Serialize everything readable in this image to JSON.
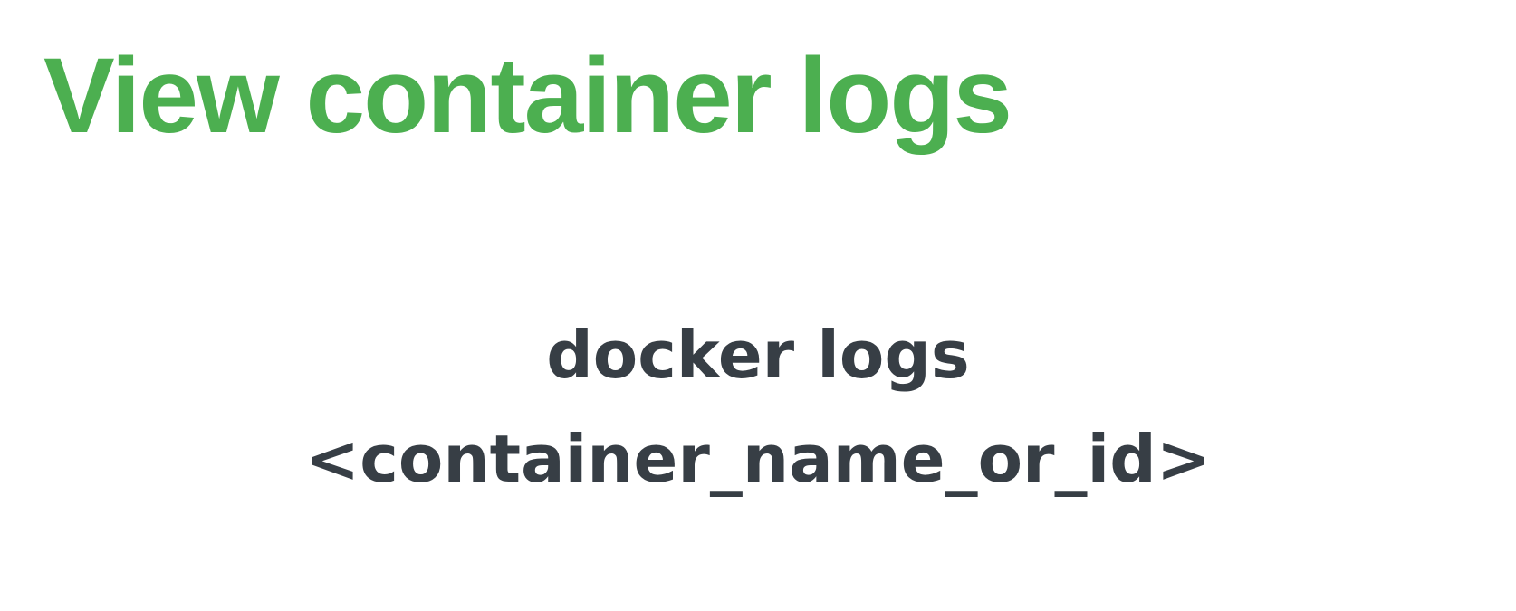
{
  "slide": {
    "title": "View container logs",
    "command": {
      "line1": "docker logs",
      "line2": "<container_name_or_id>"
    }
  },
  "colors": {
    "background": "#ffffff",
    "title": "#4caf50",
    "command": "#373e45"
  }
}
